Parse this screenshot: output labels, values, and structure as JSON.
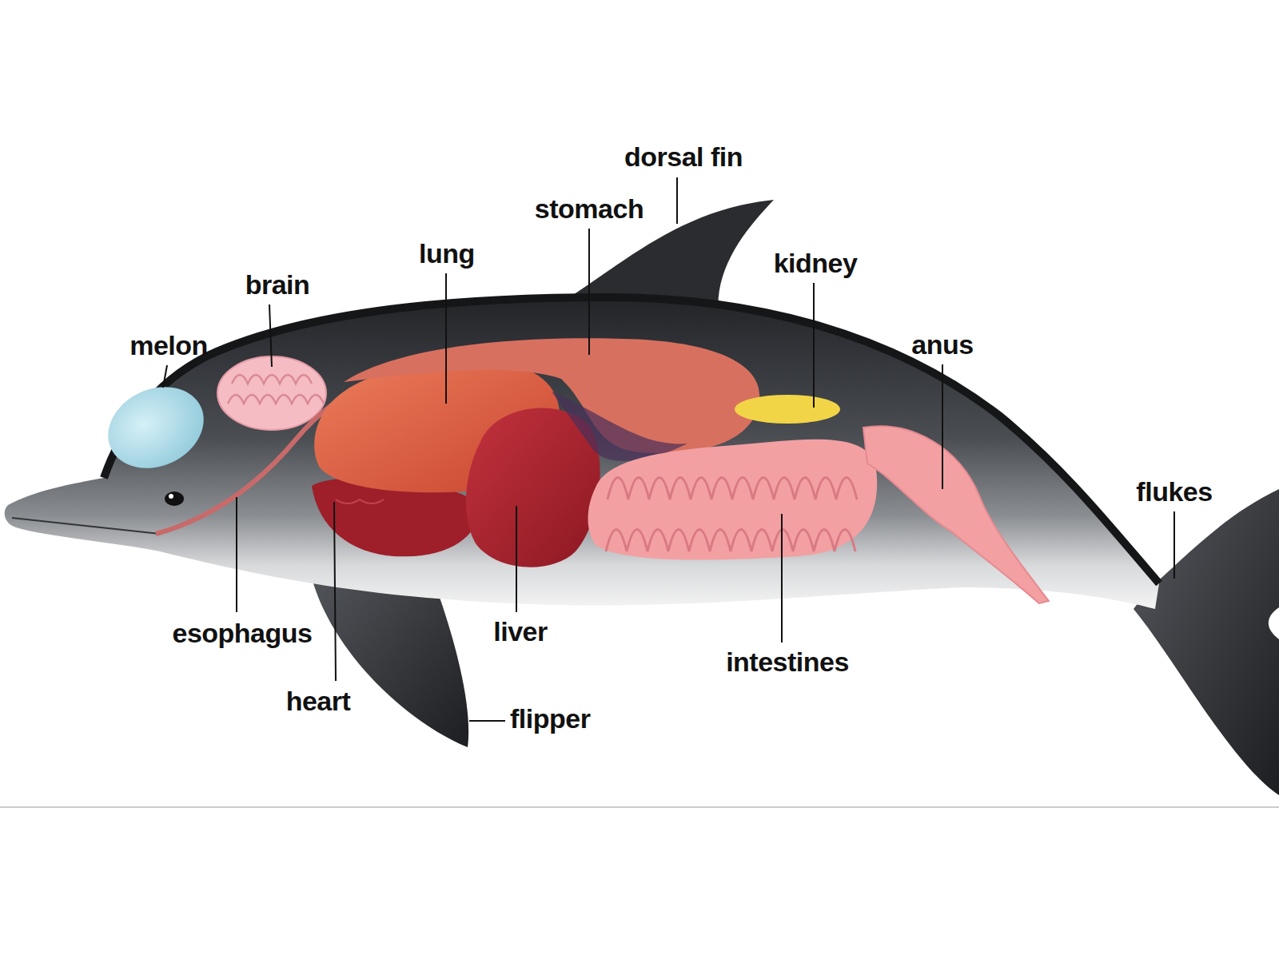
{
  "diagram": {
    "labels": [
      "dorsal fin",
      "stomach",
      "lung",
      "kidney",
      "brain",
      "melon",
      "anus",
      "flukes",
      "esophagus",
      "liver",
      "intestines",
      "heart",
      "flipper"
    ]
  }
}
